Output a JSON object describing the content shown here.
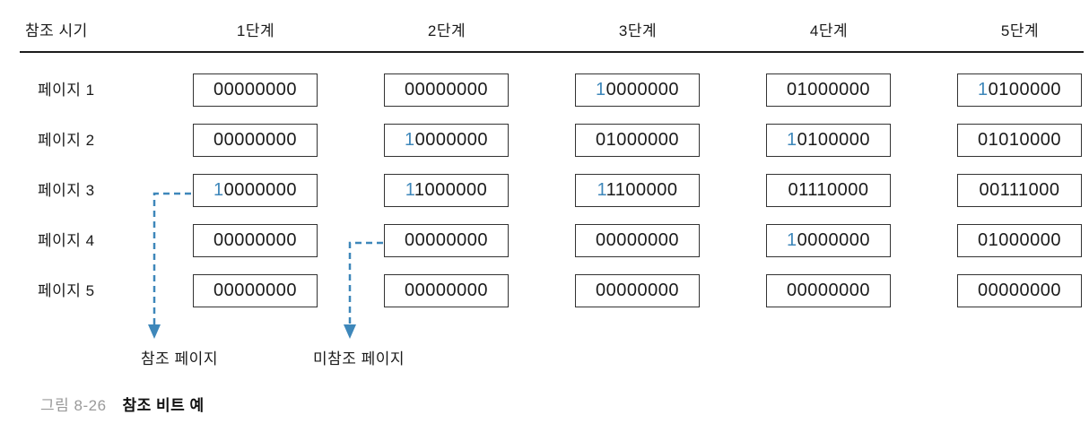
{
  "figure": {
    "corner_label": "참조 시기",
    "stage_headers": [
      "1단계",
      "2단계",
      "3단계",
      "4단계",
      "5단계"
    ],
    "rows": [
      {
        "label": "페이지 1",
        "cells": [
          {
            "hl": "",
            "rest": "00000000"
          },
          {
            "hl": "",
            "rest": "00000000"
          },
          {
            "hl": "1",
            "rest": "0000000"
          },
          {
            "hl": "",
            "rest": "01000000"
          },
          {
            "hl": "1",
            "rest": "0100000"
          }
        ]
      },
      {
        "label": "페이지 2",
        "cells": [
          {
            "hl": "",
            "rest": "00000000"
          },
          {
            "hl": "1",
            "rest": "0000000"
          },
          {
            "hl": "",
            "rest": "01000000"
          },
          {
            "hl": "1",
            "rest": "0100000"
          },
          {
            "hl": "",
            "rest": "01010000"
          }
        ]
      },
      {
        "label": "페이지 3",
        "cells": [
          {
            "hl": "1",
            "rest": "0000000"
          },
          {
            "hl": "1",
            "rest": "1000000"
          },
          {
            "hl": "1",
            "rest": "1100000"
          },
          {
            "hl": "",
            "rest": "01110000"
          },
          {
            "hl": "",
            "rest": "00111000"
          }
        ]
      },
      {
        "label": "페이지 4",
        "cells": [
          {
            "hl": "",
            "rest": "00000000"
          },
          {
            "hl": "",
            "rest": "00000000"
          },
          {
            "hl": "",
            "rest": "00000000"
          },
          {
            "hl": "1",
            "rest": "0000000"
          },
          {
            "hl": "",
            "rest": "01000000"
          }
        ]
      },
      {
        "label": "페이지 5",
        "cells": [
          {
            "hl": "",
            "rest": "00000000"
          },
          {
            "hl": "",
            "rest": "00000000"
          },
          {
            "hl": "",
            "rest": "00000000"
          },
          {
            "hl": "",
            "rest": "00000000"
          },
          {
            "hl": "",
            "rest": "00000000"
          }
        ]
      }
    ],
    "annotations": {
      "referenced": "참조 페이지",
      "unreferenced": "미참조 페이지"
    },
    "caption": {
      "number": "그림 8-26",
      "title": "참조 비트 예"
    },
    "colors": {
      "highlight_blue": "#3e87ba",
      "arrow_blue": "#3e87ba",
      "caption_gray": "#9a9a9a"
    }
  }
}
